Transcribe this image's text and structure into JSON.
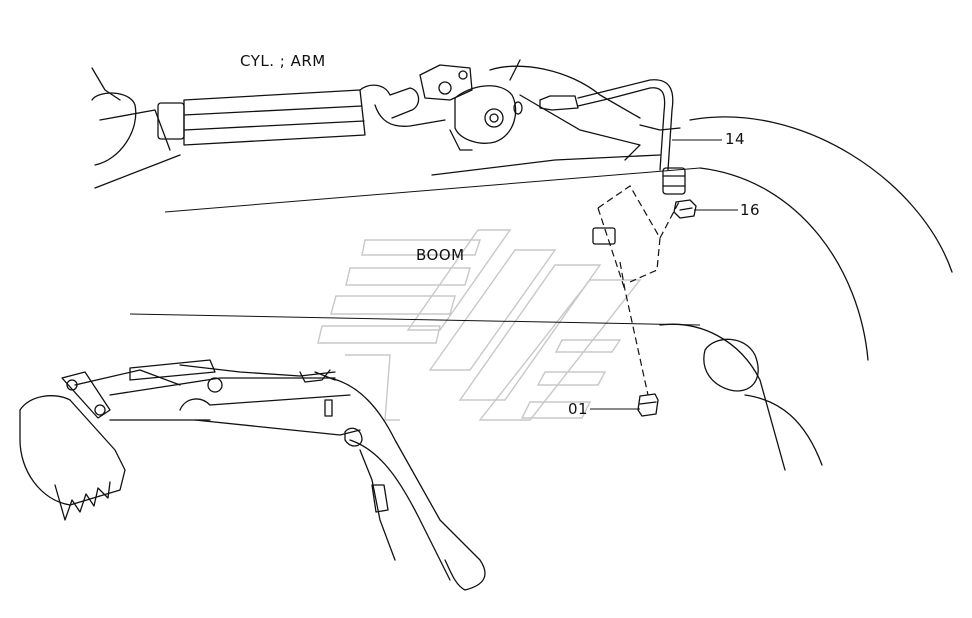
{
  "labels": {
    "arm_cylinder": "CYL. ; ARM",
    "boom": "BOOM"
  },
  "callouts": {
    "hose": "14",
    "fitting": "16",
    "nipple": "01"
  },
  "colors": {
    "line": "#111111",
    "watermark": "#c8c8c8",
    "background": "#ffffff"
  }
}
